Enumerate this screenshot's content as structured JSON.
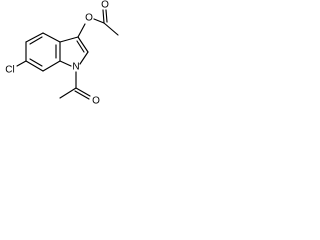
{
  "molecule": {
    "atoms": {
      "ester_oxygen": "O",
      "carbonyl_oxygen_ester": "O",
      "nitrogen": "N",
      "carbonyl_oxygen_amide": "O",
      "chlorine": "Cl"
    }
  },
  "colors": {
    "bond": "#000000",
    "label": "#000000",
    "background": "#ffffff"
  }
}
